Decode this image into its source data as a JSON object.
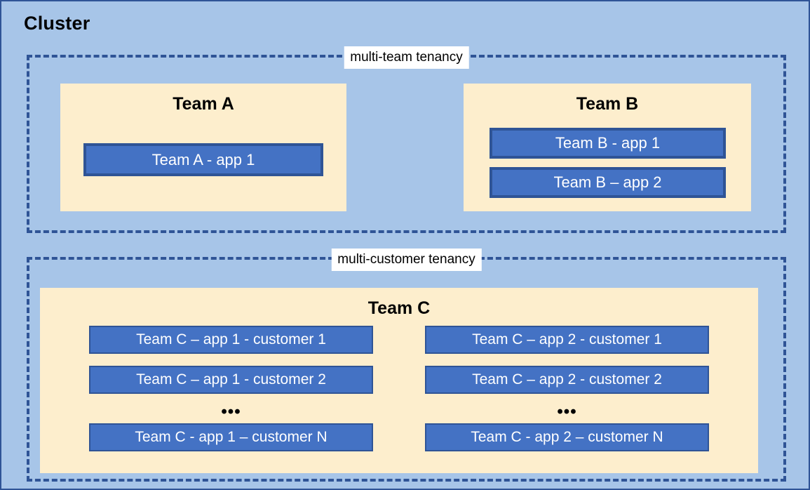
{
  "diagram": {
    "title": "Cluster",
    "background_color": "#a7c5e8",
    "accent_color": "#2f5496",
    "app_color": "#4472c4",
    "panel_color": "#fdeecd"
  },
  "groups": [
    {
      "label": "multi-team tenancy",
      "teams": [
        {
          "name": "Team A",
          "apps": [
            {
              "label": "Team A - app 1"
            }
          ]
        },
        {
          "name": "Team B",
          "apps": [
            {
              "label": "Team B - app 1"
            },
            {
              "label": "Team B – app 2"
            }
          ]
        }
      ]
    },
    {
      "label": "multi-customer tenancy",
      "teams": [
        {
          "name": "Team C",
          "columns": [
            {
              "apps": [
                {
                  "label": "Team C – app 1 - customer 1"
                },
                {
                  "label": "Team C – app 1 - customer 2"
                }
              ],
              "ellipsis": "•••",
              "last_app": {
                "label": "Team C - app 1 – customer N"
              }
            },
            {
              "apps": [
                {
                  "label": "Team C – app 2 - customer 1"
                },
                {
                  "label": "Team C – app 2 - customer 2"
                }
              ],
              "ellipsis": "•••",
              "last_app": {
                "label": "Team C - app 2 – customer N"
              }
            }
          ]
        }
      ]
    }
  ]
}
